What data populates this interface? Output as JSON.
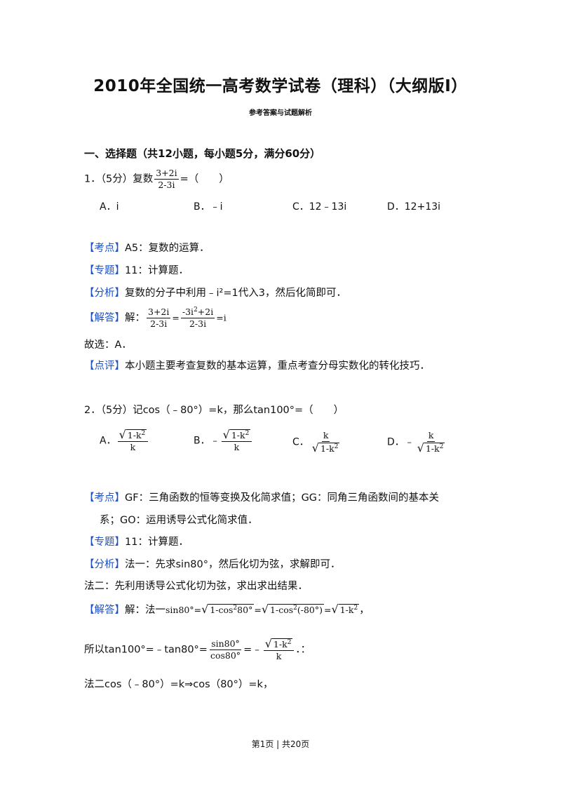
{
  "title": "2010年全国统一高考数学试卷（理科）（大纲版Ⅰ）",
  "subtitle": "参考答案与试题解析",
  "section": "一、选择题（共12小题，每小题5分，满分60分）",
  "q1": {
    "stem_prefix": "1．（5分）复数",
    "stem_suffix": "=（　　）",
    "frac_num": "3+2i",
    "frac_den": "2-3i",
    "choices": [
      "A．i",
      "B．﹣i",
      "C．12﹣13i",
      "D．12+13i"
    ],
    "kaodian_tag": "【考点】",
    "kaodian": "A5：复数的运算．",
    "zhuanti_tag": "【专题】",
    "zhuanti": "11：计算题．",
    "fenxi_tag": "【分析】",
    "fenxi": "复数的分子中利用﹣i²=1代入3，然后化简即可．",
    "jieda_tag": "【解答】",
    "jieda_prefix": "解：",
    "jieda_f1_num": "3+2i",
    "jieda_f1_den": "2-3i",
    "jieda_eq1": "=",
    "jieda_f2_num": "-3i",
    "jieda_f2_num_tail": "+2i",
    "jieda_f2_den": "2-3i",
    "jieda_end": "=i",
    "answer": "故选：A．",
    "dianping_tag": "【点评】",
    "dianping": "本小题主要考查复数的基本运算，重点考查分母实数化的转化技巧．"
  },
  "q2": {
    "stem": "2．（5分）记cos（﹣80°）=k，那么tan100°=（　　）",
    "choice_a_label": "A．",
    "choice_b_label": "B．﹣",
    "choice_c_label": "C．",
    "choice_d_label": "D．﹣",
    "rad_body": "1-k",
    "k": "k",
    "kaodian_tag": "【考点】",
    "kaodian_line1": "GF：三角函数的恒等变换及化简求值；GG：同角三角函数间的基本关",
    "kaodian_line2": "系；GO：运用诱导公式化简求值．",
    "zhuanti_tag": "【专题】",
    "zhuanti": "11：计算题．",
    "fenxi_tag": "【分析】",
    "fenxi": "法一：先求sin80°，然后化切为弦，求解即可．",
    "fenxi2": "法二：先利用诱导公式化切为弦，求出求出结果．",
    "jieda_tag": "【解答】",
    "jieda_prefix": "解：法一",
    "sin80": "sin80°",
    "eq": "=",
    "rad1": "1-cos",
    "rad1_tail": "80°",
    "rad2": "1-cos",
    "rad2_tail": "(-80°)",
    "rad3": "1-k",
    "comma": "，",
    "line2_prefix": "所以tan100°=﹣tan80°=",
    "cos80": "cos80°",
    "line2_mid": "=﹣",
    "line2_end": "．：",
    "line3": "法二cos（﹣80°）=k⇒cos（80°）=k，"
  },
  "footer": "第1页 | 共20页"
}
